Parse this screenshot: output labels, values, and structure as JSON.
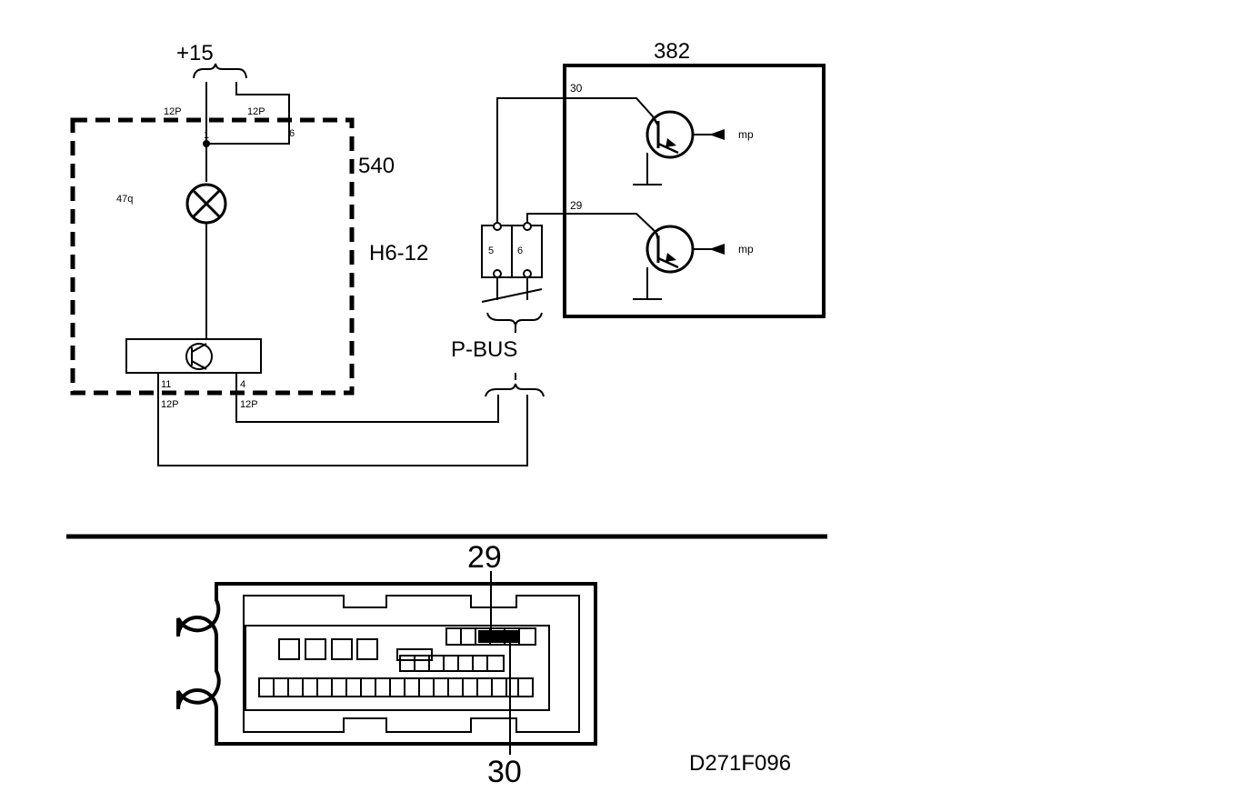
{
  "diagram": {
    "supply": "+15",
    "connector_12p": "12P",
    "module_540": {
      "id": "540",
      "model": "H6-12",
      "lamp_code": "47q",
      "pin_1": "1",
      "pin_6": "6",
      "pin_11": "11",
      "pin_4": "4"
    },
    "module_382": {
      "id": "382",
      "pin_30": "30",
      "pin_29": "29",
      "mp_top": "mp",
      "mp_bottom": "mp"
    },
    "pbus": {
      "label": "P-BUS",
      "pin_5": "5",
      "pin_6": "6"
    },
    "connector_view": {
      "pin_top": "29",
      "pin_bottom": "30"
    },
    "figure_code": "D271F096"
  }
}
